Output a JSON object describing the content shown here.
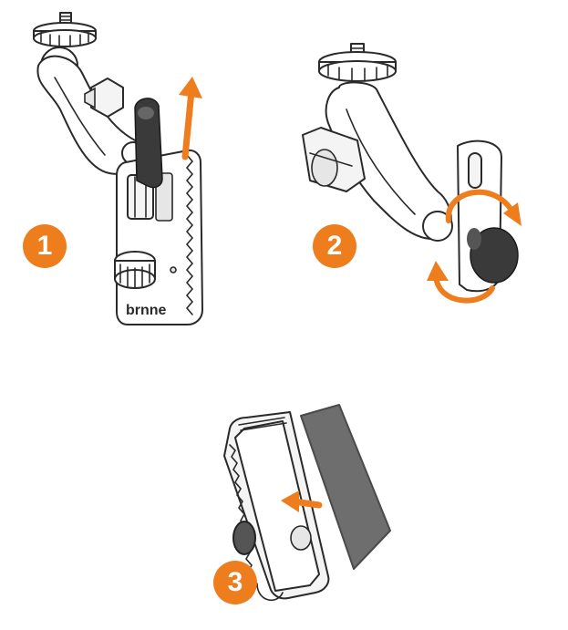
{
  "colors": {
    "accent": "#ee7d1e",
    "line": "#2a2a2a",
    "pad": "#6e6e6e"
  },
  "steps": [
    {
      "number": "1"
    },
    {
      "number": "2"
    },
    {
      "number": "3"
    }
  ],
  "brand_logo": "brnne"
}
